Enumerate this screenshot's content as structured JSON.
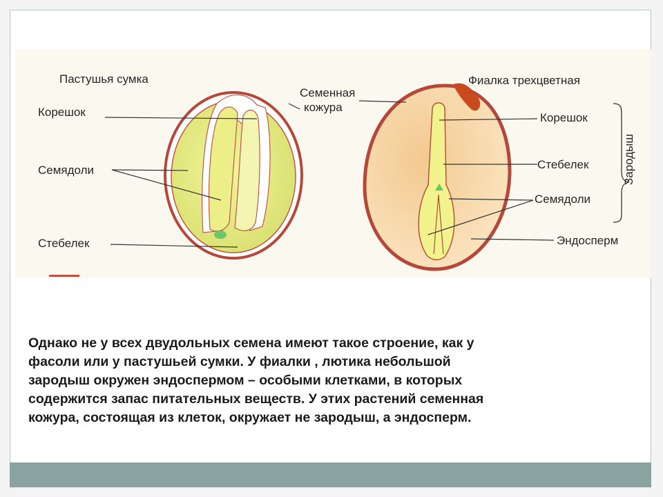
{
  "figure": {
    "left_title": "Пастушья сумка",
    "right_title": "Фиалка трехцветная",
    "labels": {
      "left_root": "Корешок",
      "left_cotyledons": "Семядоли",
      "left_stem": "Стебелек",
      "seed_coat_line1": "Семенная",
      "seed_coat_line2": "кожура",
      "right_root": "Корешок",
      "right_stem": "Стебелек",
      "right_cotyledons": "Семядоли",
      "endosperm": "Эндосперм",
      "embryo": "Зародыш"
    },
    "colors": {
      "seed_coat": "#b5483a",
      "left_fill": "#ecef88",
      "right_fill": "#f7d7a6",
      "embryo_fill": "#f0f08a",
      "leader_lines": "#333333"
    }
  },
  "text": {
    "lines": [
      "Однако не у всех двудольных семена имеют такое строение, как у",
      "фасоли или  у пастушьей сумки.  У фиалки , лютика небольшой",
      "зародыш окружен эндоспермом – особыми  клетками,  в которых",
      "содержится запас  питательных веществ.  У этих растений семенная",
      "кожура, состоящая из клеток, окружает не зародыш, а эндосперм."
    ]
  },
  "footer": {
    "color": "#8aa3a0"
  }
}
